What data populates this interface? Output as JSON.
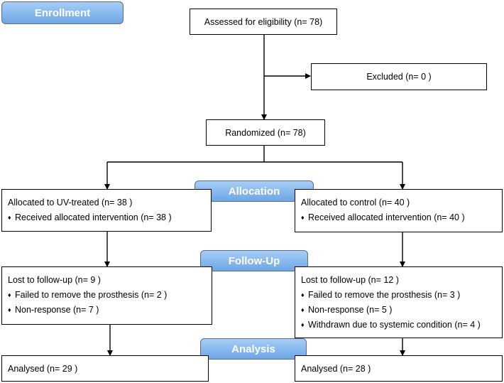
{
  "stages": {
    "enrollment": "Enrollment",
    "allocation": "Allocation",
    "follow_up": "Follow-Up",
    "analysis": "Analysis"
  },
  "assessed": "Assessed for eligibility (n= 78)",
  "excluded": "Excluded  (n= 0 )",
  "randomized": "Randomized (n= 78)",
  "allocation": {
    "left": {
      "title": "Allocated to UV-treated (n= 38 )",
      "items": [
        "Received allocated intervention (n= 38 )"
      ]
    },
    "right": {
      "title": "Allocated to control (n= 40 )",
      "items": [
        "Received allocated intervention (n= 40 )"
      ]
    }
  },
  "follow_up": {
    "left": {
      "title": "Lost to follow-up (n= 9 )",
      "items": [
        "Failed to remove the prosthesis (n= 2 )",
        "Non-response (n= 7 )"
      ]
    },
    "right": {
      "title": "Lost to follow-up (n= 12 )",
      "items": [
        "Failed to remove the prosthesis (n= 3 )",
        "Non-response (n= 5 )",
        "Withdrawn due to systemic condition (n= 4 )"
      ]
    }
  },
  "analysis": {
    "left": "Analysed  (n= 29 )",
    "right": "Analysed  (n= 28 )"
  },
  "bullet_symbol": "♦",
  "colors": {
    "stage_fill": "#86b8ee",
    "stage_border": "#5a6f86",
    "line": "#000000"
  }
}
